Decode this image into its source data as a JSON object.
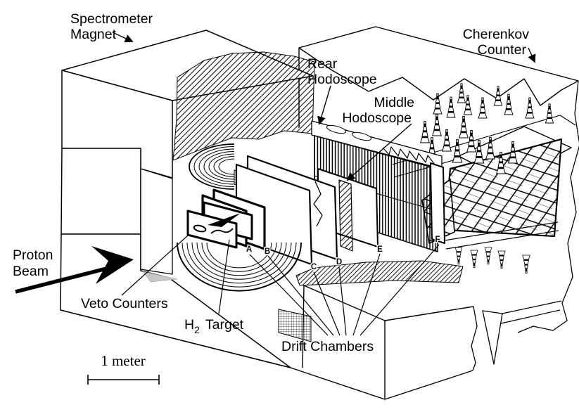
{
  "diagram": {
    "type": "physics-apparatus-cutaway-figure",
    "colors": {
      "ink": "#000000",
      "paper": "#ffffff",
      "shadow": "#c8c8c8"
    },
    "labels": {
      "spectrometer_magnet": [
        "Spectrometer",
        "Magnet"
      ],
      "cherenkov_counter": [
        "Cherenkov",
        "Counter"
      ],
      "rear_hodoscope": [
        "Rear",
        "Hodoscope"
      ],
      "middle_hodoscope": [
        "Middle",
        "Hodoscope"
      ],
      "proton_beam": [
        "Proton",
        "Beam"
      ],
      "veto_counters": "Veto Counters",
      "h2_target_symbol": "H",
      "h2_target_subscript": "2",
      "h2_target_word": "Target",
      "drift_chambers": "Drift Chambers",
      "scale_bar": "1 meter"
    },
    "chamber_letters": [
      "A",
      "B",
      "C",
      "D",
      "E",
      "F"
    ]
  }
}
